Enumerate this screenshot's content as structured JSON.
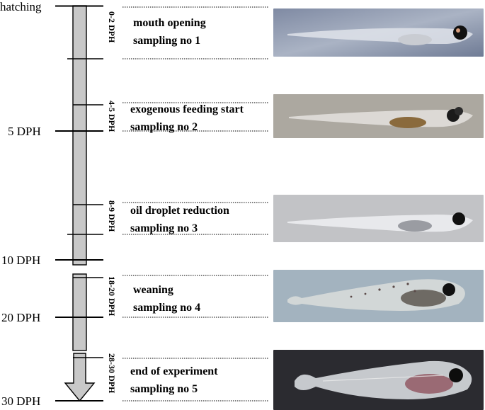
{
  "timeline": {
    "ticks": [
      {
        "label": "hatching"
      },
      {
        "label": "5 DPH"
      },
      {
        "label": "10 DPH"
      },
      {
        "label": "20 DPH"
      },
      {
        "label": "30 DPH"
      }
    ]
  },
  "stages": [
    {
      "period": "0-2 DPH",
      "event": "mouth opening",
      "sampling": "sampling no 1"
    },
    {
      "period": "4-5 DPH",
      "event": "exogenous feeding start",
      "sampling": "sampling no 2"
    },
    {
      "period": "8-9 DPH",
      "event": "oil droplet reduction",
      "sampling": "sampling no 3"
    },
    {
      "period": "18-20 DPH",
      "event": "weaning",
      "sampling": "sampling no 4"
    },
    {
      "period": "28-30 DPH",
      "event": "end of experiment",
      "sampling": "sampling no 5"
    }
  ],
  "colors": {
    "bar_fill": "#c8c8c8",
    "line": "#000000",
    "photo_bg_light": "#8f98aa",
    "photo_bg_dark": "#2a2a2e"
  }
}
